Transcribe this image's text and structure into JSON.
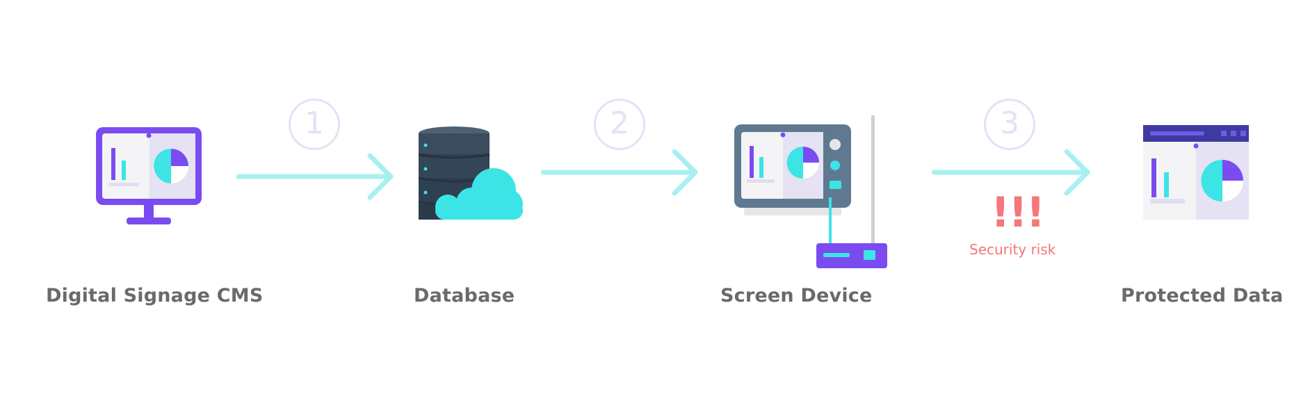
{
  "nodes": [
    {
      "id": "cms",
      "label": "Digital Signage CMS",
      "icon": "monitor-chart-icon"
    },
    {
      "id": "database",
      "label": "Database",
      "icon": "database-cloud-icon"
    },
    {
      "id": "screen",
      "label": "Screen Device",
      "icon": "tv-router-icon"
    },
    {
      "id": "protected",
      "label": "Protected Data",
      "icon": "dashboard-window-icon"
    }
  ],
  "steps": [
    "1",
    "2",
    "3"
  ],
  "risk": {
    "marks": "!!!",
    "text": "Security risk"
  },
  "colors": {
    "purple": "#7a4cf0",
    "cyan": "#3ce4e6",
    "arrow": "#a8f0f0",
    "step_circle": "#e3e1f6",
    "label": "#6a6a6e",
    "risk": "#f47779",
    "db_dark": "#3a4a5a",
    "tv_body": "#5f7a90"
  }
}
